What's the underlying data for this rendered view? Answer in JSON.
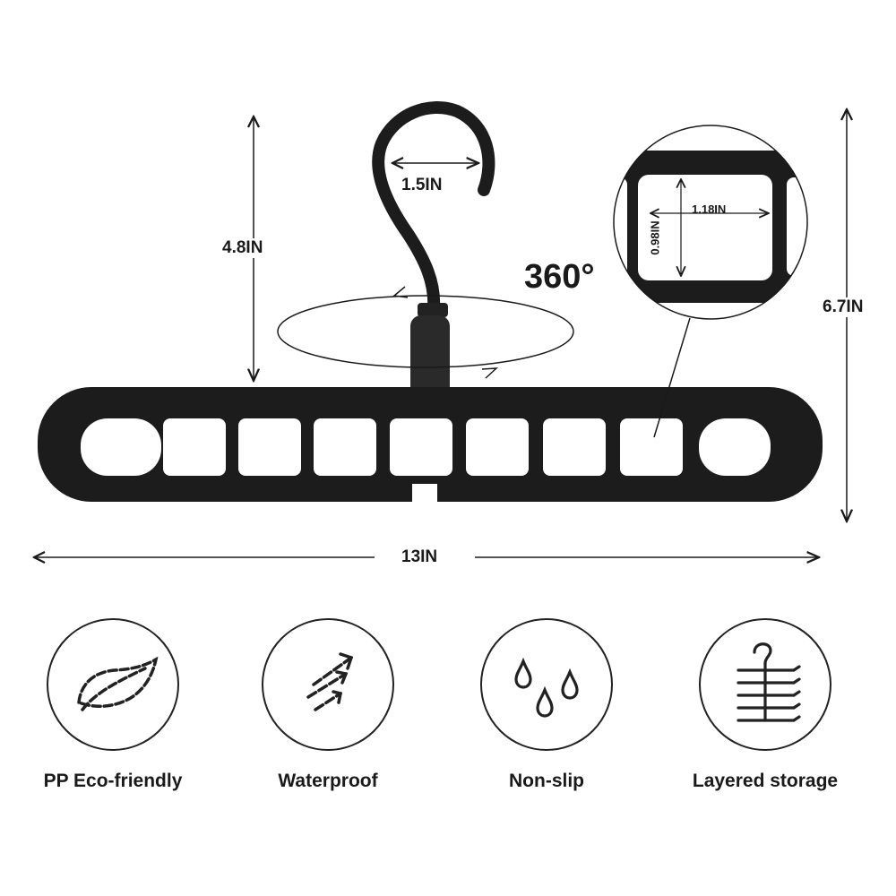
{
  "dimensions": {
    "hook_height": "4.8IN",
    "hook_opening": "1.5IN",
    "rotation": "360°",
    "total_height": "6.7IN",
    "total_width": "13IN",
    "hole_width": "1.18IN",
    "hole_height": "0.98IN"
  },
  "colors": {
    "product": "#1c1c1c",
    "line": "#1a1a1a"
  },
  "features": [
    {
      "label": "PP Eco-friendly",
      "icon": "leaf-icon"
    },
    {
      "label": "Waterproof",
      "icon": "arrows-icon"
    },
    {
      "label": "Non-slip",
      "icon": "drops-icon"
    },
    {
      "label": "Layered storage",
      "icon": "hanger-stack-icon"
    }
  ]
}
